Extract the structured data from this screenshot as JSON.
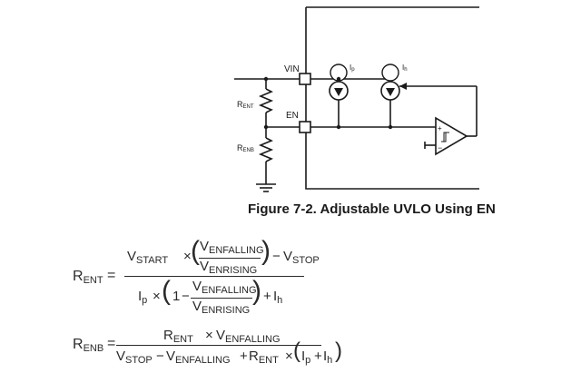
{
  "figure": {
    "caption": "Figure 7-2. Adjustable UVLO Using EN",
    "labels": {
      "vin": "VIN",
      "en": "EN",
      "rent_main": "R",
      "rent_sub": "ENT",
      "renb_main": "R",
      "renb_sub": "ENB",
      "ip_main": "I",
      "ip_sub": "p",
      "ih_main": "I",
      "ih_sub": "h",
      "plus": "+",
      "minus": "−"
    }
  },
  "eq1": {
    "lhs_main": "R",
    "lhs_sub": "ENT",
    "equals": "=",
    "num_vstart": "V",
    "num_vstart_sub": "START",
    "times": "×",
    "vfalling": "V",
    "vfalling_sub": "ENFALLING",
    "vrising": "V",
    "vrising_sub": "ENRISING",
    "minus": "−",
    "vstop": "V",
    "vstop_sub": "STOP",
    "ip": "I",
    "ip_sub": "p",
    "one": "1",
    "plus": "+",
    "ih": "I",
    "ih_sub": "h"
  },
  "eq2": {
    "lhs_main": "R",
    "lhs_sub": "ENB",
    "equals": "=",
    "num_rent": "R",
    "num_rent_sub": "ENT",
    "times": "×",
    "num_vfall": "V",
    "num_vfall_sub": "ENFALLING",
    "den_vstop": "V",
    "den_vstop_sub": "STOP",
    "minus": "−",
    "den_vfall": "V",
    "den_vfall_sub": "ENFALLING",
    "plus": "+",
    "den_rent": "R",
    "den_rent_sub": "ENT",
    "ip": "I",
    "ip_sub": "p",
    "ih": "I",
    "ih_sub": "h"
  }
}
